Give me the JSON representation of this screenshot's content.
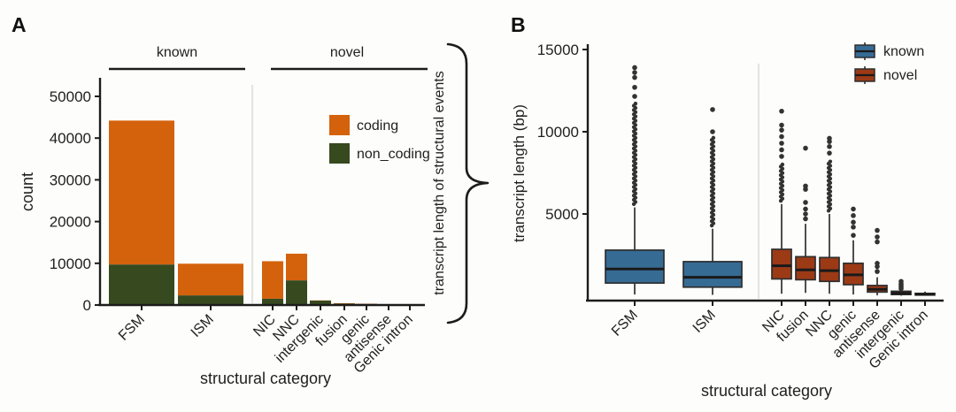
{
  "background": "#fdfdfb",
  "panels": {
    "a": {
      "label": "A",
      "group_headers": [
        "known",
        "novel"
      ]
    },
    "b": {
      "label": "B"
    }
  },
  "brace": {
    "label": "transcript length of structural events"
  },
  "colors": {
    "coding": "#d4620c",
    "non_coding": "#36491f",
    "known": "#366b94",
    "novel": "#9c3a16",
    "axis": "#1c1c1c",
    "outlier_dot": "#333333",
    "separator": "#e3e3df"
  },
  "chart_data": [
    {
      "type": "bar",
      "stacked": true,
      "panel": "A",
      "xlabel": "structural category",
      "ylabel": "count",
      "ylim": [
        0,
        56000
      ],
      "yticks": [
        0,
        10000,
        20000,
        30000,
        40000,
        50000
      ],
      "grid": false,
      "categories": [
        "FSM",
        "ISM",
        "NIC",
        "NNC",
        "intergenic",
        "fusion",
        "genic",
        "antisense",
        "Genic intron"
      ],
      "category_groups": {
        "known": [
          "FSM",
          "ISM"
        ],
        "novel": [
          "NIC",
          "NNC",
          "intergenic",
          "fusion",
          "genic",
          "antisense",
          "Genic intron"
        ]
      },
      "series": [
        {
          "name": "non_coding",
          "color": "#36491f",
          "values": [
            9700,
            2300,
            1500,
            5900,
            1050,
            340,
            240,
            130,
            60
          ]
        },
        {
          "name": "coding",
          "color": "#d4620c",
          "values": [
            34500,
            7600,
            9000,
            6400,
            60,
            80,
            60,
            40,
            20
          ]
        }
      ],
      "legend": [
        {
          "label": "coding",
          "color": "#d4620c"
        },
        {
          "label": "non_coding",
          "color": "#36491f"
        }
      ],
      "legend_position": "inside-top-right-of-known"
    },
    {
      "type": "boxplot",
      "panel": "B",
      "xlabel": "structural category",
      "ylabel": "transcript length (bp)",
      "ylim": [
        0,
        15500
      ],
      "yticks": [
        5000,
        10000,
        15000
      ],
      "grid": false,
      "categories": [
        "FSM",
        "ISM",
        "NIC",
        "fusion",
        "NNC",
        "genic",
        "antisense",
        "intergenic",
        "Genic intron"
      ],
      "group_colors": {
        "known": "#366b94",
        "novel": "#9c3a16"
      },
      "legend": [
        {
          "label": "known",
          "color": "#366b94"
        },
        {
          "label": "novel",
          "color": "#9c3a16"
        }
      ],
      "boxes": [
        {
          "category": "FSM",
          "group": "known",
          "whisker_low": 100,
          "q1": 800,
          "median": 1650,
          "q3": 2800,
          "whisker_high": 5400,
          "outlier_column": [
            5600,
            11800
          ],
          "outliers": [
            12150,
            12700,
            13300,
            13600,
            13900
          ]
        },
        {
          "category": "ISM",
          "group": "known",
          "whisker_low": 80,
          "q1": 550,
          "median": 1150,
          "q3": 2100,
          "whisker_high": 4100,
          "outlier_column": [
            4300,
            9700
          ],
          "outliers": [
            10000,
            11350
          ]
        },
        {
          "category": "NIC",
          "group": "novel",
          "whisker_low": 150,
          "q1": 1050,
          "median": 1850,
          "q3": 2850,
          "whisker_high": 5600,
          "outlier_column": [
            5800,
            8100
          ],
          "outliers": [
            8500,
            8900,
            9300,
            9700,
            10100,
            10400,
            11250
          ]
        },
        {
          "category": "fusion",
          "group": "novel",
          "whisker_low": 200,
          "q1": 1000,
          "median": 1600,
          "q3": 2400,
          "whisker_high": 4400,
          "outlier_column": null,
          "outliers": [
            4700,
            5000,
            5300,
            5700,
            6500,
            6700,
            9000
          ]
        },
        {
          "category": "NNC",
          "group": "novel",
          "whisker_low": 150,
          "q1": 900,
          "median": 1550,
          "q3": 2350,
          "whisker_high": 5000,
          "outlier_column": [
            5200,
            8300
          ],
          "outliers": [
            8700,
            9100,
            9400,
            9600
          ]
        },
        {
          "category": "genic",
          "group": "novel",
          "whisker_low": 100,
          "q1": 700,
          "median": 1300,
          "q3": 2000,
          "whisker_high": 3400,
          "outlier_column": null,
          "outliers": [
            3700,
            4200,
            4500,
            4900,
            5300
          ]
        },
        {
          "category": "antisense",
          "group": "novel",
          "whisker_low": 50,
          "q1": 250,
          "median": 420,
          "q3": 650,
          "whisker_high": 1150,
          "outlier_column": null,
          "outliers": [
            1500,
            1800,
            2000,
            3300,
            3600,
            4000
          ]
        },
        {
          "category": "intergenic",
          "group": "novel",
          "whisker_low": 30,
          "q1": 100,
          "median": 180,
          "q3": 300,
          "whisker_high": 420,
          "outlier_column": null,
          "outliers": [
            450,
            550,
            650,
            750,
            900
          ]
        },
        {
          "category": "Genic intron",
          "group": "novel",
          "whisker_low": 40,
          "q1": 70,
          "median": 110,
          "q3": 170,
          "whisker_high": 280,
          "outlier_column": null,
          "outliers": []
        }
      ]
    }
  ]
}
